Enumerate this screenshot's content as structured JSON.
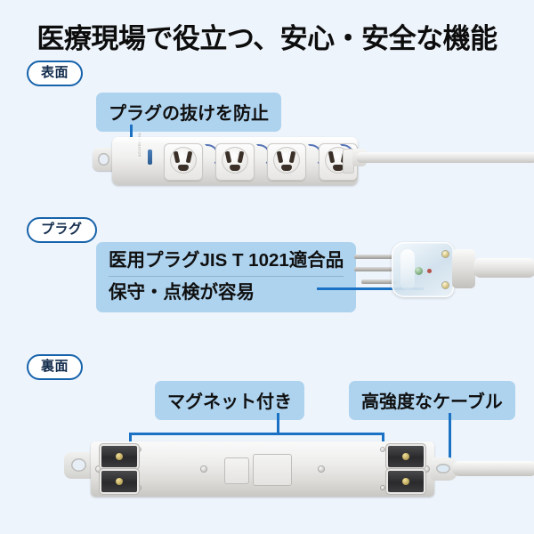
{
  "page": {
    "background_color": "#eef4fb",
    "accent_line_color": "#1b72c4",
    "callout_bg_color": "#aed3ef",
    "badge_border_color": "#1763ab"
  },
  "title": "医療現場で役立つ、安心・安全な機能",
  "sections": [
    {
      "badge": "表面",
      "callouts": [
        {
          "text": "プラグの抜けを防止"
        }
      ]
    },
    {
      "badge": "プラグ",
      "callouts": [
        {
          "line1": "医用プラグJIS T 1021適合品",
          "line2": "保守・点検が容易"
        }
      ]
    },
    {
      "badge": "裏面",
      "callouts": [
        {
          "text": "マグネット付き"
        },
        {
          "text": "高強度なケーブル"
        }
      ]
    }
  ],
  "product_images": {
    "front_view": {
      "alt": "医用コンセントタップ 表面 4口",
      "outlet_count": 4
    },
    "plug_view": {
      "alt": "透明医用プラグ 3極"
    },
    "back_view": {
      "alt": "医用コンセントタップ 裏面 マグネット4個",
      "magnet_count": 4
    }
  }
}
